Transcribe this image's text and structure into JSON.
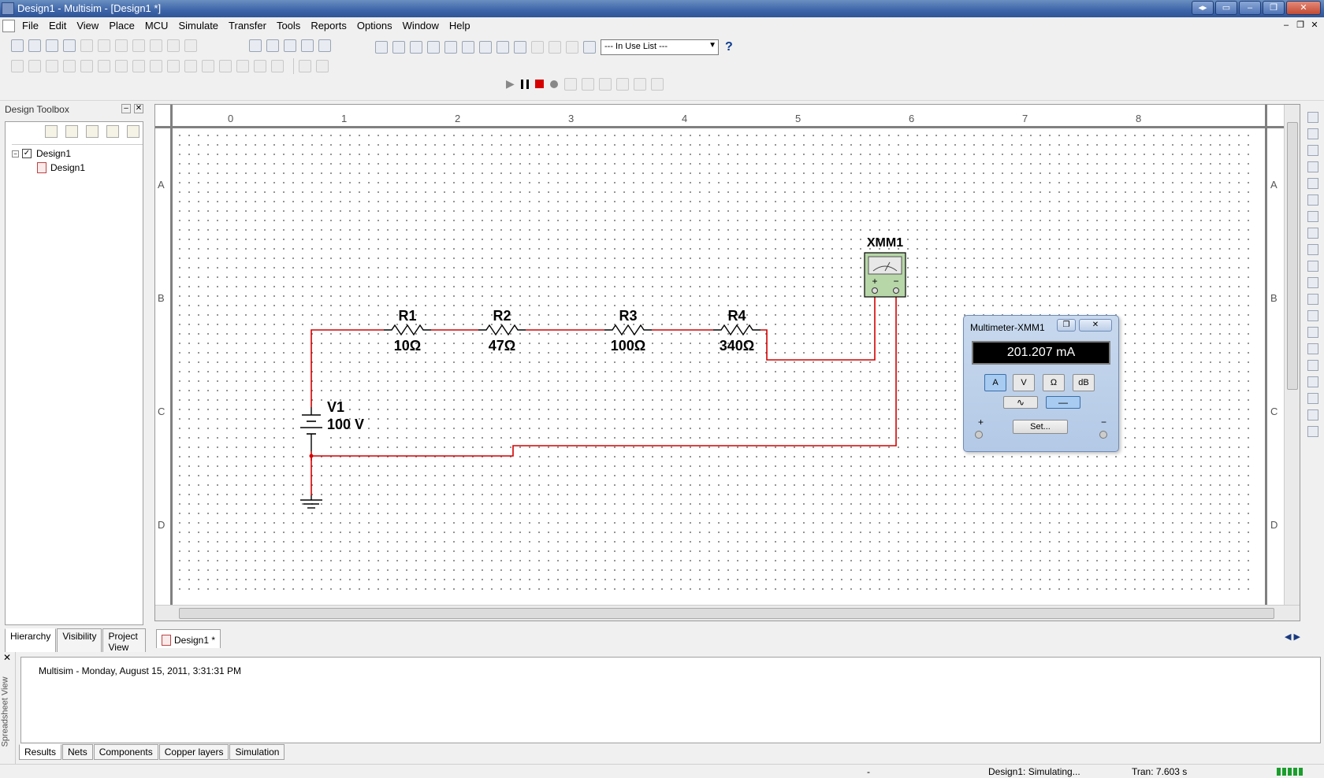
{
  "window": {
    "title": "Design1 - Multisim - [Design1 *]",
    "controls": [
      "◂▸",
      "▭",
      "–",
      "❐",
      "✕"
    ]
  },
  "menu": [
    "File",
    "Edit",
    "View",
    "Place",
    "MCU",
    "Simulate",
    "Transfer",
    "Tools",
    "Reports",
    "Options",
    "Window",
    "Help"
  ],
  "mdi_controls": [
    "–",
    "❐",
    "✕"
  ],
  "toolbar": {
    "in_use_list": "--- In Use List ---",
    "help_label": "?"
  },
  "toolbox": {
    "title": "Design Toolbox",
    "controls": [
      "–",
      "✕"
    ],
    "tree": {
      "root": "Design1",
      "child": "Design1"
    },
    "tabs": [
      "Hierarchy",
      "Visibility",
      "Project View"
    ]
  },
  "ruler": {
    "columns": [
      "0",
      "1",
      "2",
      "3",
      "4",
      "5",
      "6",
      "7",
      "8"
    ],
    "rows": [
      "A",
      "B",
      "C",
      "D"
    ]
  },
  "circuit": {
    "source": {
      "name": "V1",
      "value": "100 V"
    },
    "resistors": [
      {
        "name": "R1",
        "value": "10Ω"
      },
      {
        "name": "R2",
        "value": "47Ω"
      },
      {
        "name": "R3",
        "value": "100Ω"
      },
      {
        "name": "R4",
        "value": "340Ω"
      }
    ],
    "meter": {
      "name": "XMM1",
      "plus": "+",
      "minus": "−"
    },
    "wire_color": "#d40000"
  },
  "multimeter": {
    "title": "Multimeter-XMM1",
    "reading": "201.207 mA",
    "modes": [
      {
        "label": "A",
        "active": true
      },
      {
        "label": "V",
        "active": false
      },
      {
        "label": "Ω",
        "active": false
      },
      {
        "label": "dB",
        "active": false
      }
    ],
    "waves": [
      {
        "label": "∿",
        "active": false
      },
      {
        "label": "—",
        "active": true
      }
    ],
    "set_label": "Set...",
    "plus": "+",
    "minus": "−"
  },
  "doc_tab": {
    "label": "Design1 *"
  },
  "spreadsheet": {
    "vertical_label": "Spreadsheet View",
    "message": "Multisim  -  Monday, August 15, 2011, 3:31:31 PM",
    "tabs": [
      "Results",
      "Nets",
      "Components",
      "Copper layers",
      "Simulation"
    ]
  },
  "status": {
    "dash": "-",
    "state": "Design1: Simulating...",
    "tran": "Tran: 7.603 s"
  }
}
